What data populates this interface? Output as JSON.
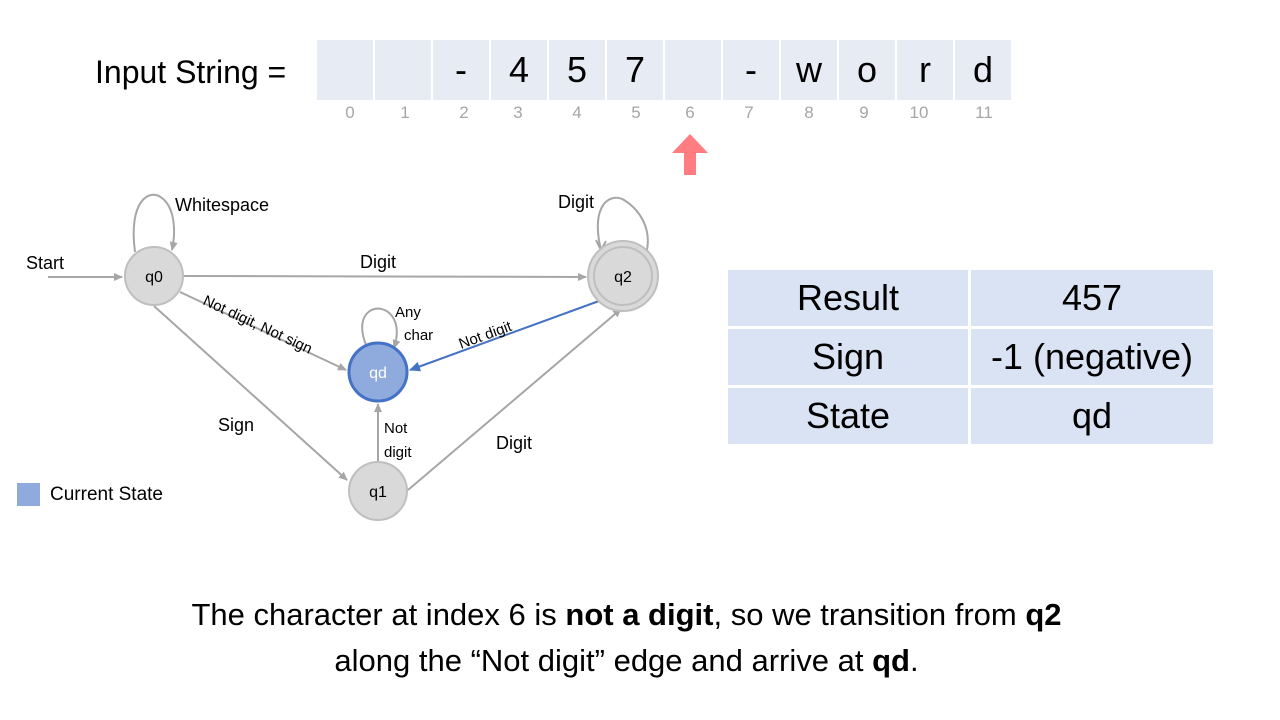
{
  "input": {
    "label": "Input String =",
    "cells": [
      " ",
      " ",
      "-",
      "4",
      "5",
      "7",
      " ",
      "-",
      "w",
      "o",
      "r",
      "d"
    ],
    "indices": [
      "0",
      "1",
      "2",
      "3",
      "4",
      "5",
      "6",
      "7",
      "8",
      "9",
      "10",
      "11"
    ],
    "pointer_index": 6,
    "pointer_color": "#ff7c80"
  },
  "fsm": {
    "states": {
      "q0": "q0",
      "q1": "q1",
      "q2": "q2",
      "qd": "qd"
    },
    "current_state": "qd",
    "start_label": "Start",
    "edges": {
      "q0_self": "Whitespace",
      "q0_q2": "Digit",
      "q0_qd": "Not digit, Not sign",
      "q0_q1": "Sign",
      "q1_qd_line1": "Not",
      "q1_qd_line2": "digit",
      "q1_q2": "Digit",
      "q2_self": "Digit",
      "q2_qd": "Not digit",
      "qd_self_line1": "Any",
      "qd_self_line2": "char"
    },
    "colors": {
      "node_fill": "#d9d9d9",
      "node_stroke": "#bfbfbf",
      "current_fill": "#8faadc",
      "current_stroke": "#4472c4",
      "edge": "#a6a6a6",
      "active_edge": "#4472c4"
    }
  },
  "table": {
    "rows": [
      {
        "key": "Result",
        "value": "457"
      },
      {
        "key": "Sign",
        "value": "-1 (negative)"
      },
      {
        "key": "State",
        "value": "qd"
      }
    ]
  },
  "legend": {
    "label": "Current State",
    "color": "#8faadc"
  },
  "caption": {
    "p1": "The character at index 6 is ",
    "b1": "not a digit",
    "p2": ", so we transition from ",
    "b2": "q2",
    "p3": "along the “Not digit” edge and arrive at ",
    "b3": "qd",
    "p4": "."
  }
}
